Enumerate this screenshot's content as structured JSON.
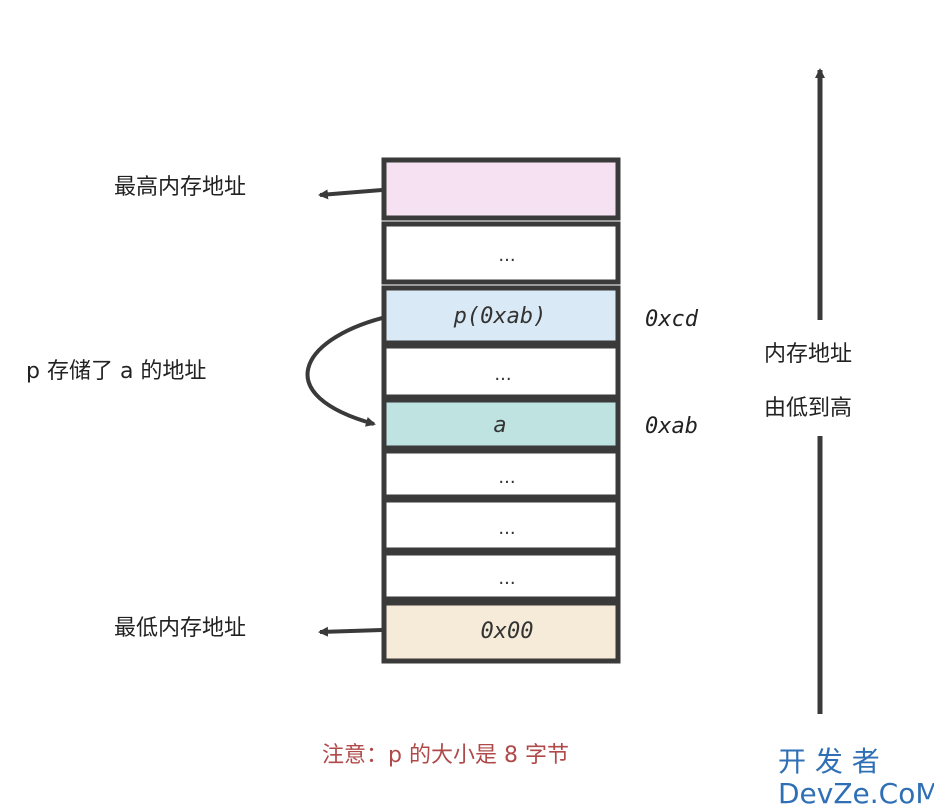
{
  "cells": [
    {
      "label": "",
      "fill": "#f6e1f3"
    },
    {
      "label": "...",
      "fill": "#ffffff"
    },
    {
      "label": "p(0xab)",
      "fill": "#d9e9f5"
    },
    {
      "label": "...",
      "fill": "#ffffff"
    },
    {
      "label": "a",
      "fill": "#bfe3e0"
    },
    {
      "label": "...",
      "fill": "#ffffff"
    },
    {
      "label": "...",
      "fill": "#ffffff"
    },
    {
      "label": "...",
      "fill": "#ffffff"
    },
    {
      "label": "0x00",
      "fill": "#f5ebd8"
    }
  ],
  "labels": {
    "highest": "最高内存地址",
    "lowest": "最低内存地址",
    "pointer": "p 存储了 a 的地址",
    "addr_p": "0xcd",
    "addr_a": "0xab",
    "direction_line1": "内存地址",
    "direction_line2": "由低到高",
    "note": "注意：p 的大小是 8 字节"
  },
  "watermark": {
    "main": "开 发 者",
    "sub": "DevZe.CoM"
  },
  "colors": {
    "stroke": "#3a3a3a",
    "note": "#b04a4a",
    "watermark": "#2f6fb5"
  }
}
